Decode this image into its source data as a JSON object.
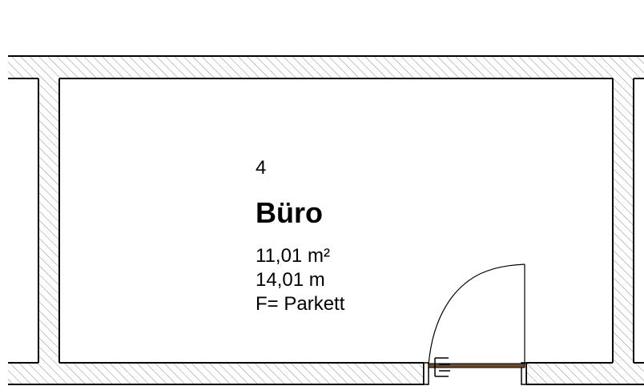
{
  "room": {
    "number": "4",
    "name": "Büro",
    "area": "11,01 m²",
    "perimeter": "14,01 m",
    "floor": "F= Parkett"
  },
  "colors": {
    "wall_line": "#000000",
    "hatch": "#8a8a8a",
    "door_leaf": "#6b4a2e",
    "background": "#ffffff"
  }
}
